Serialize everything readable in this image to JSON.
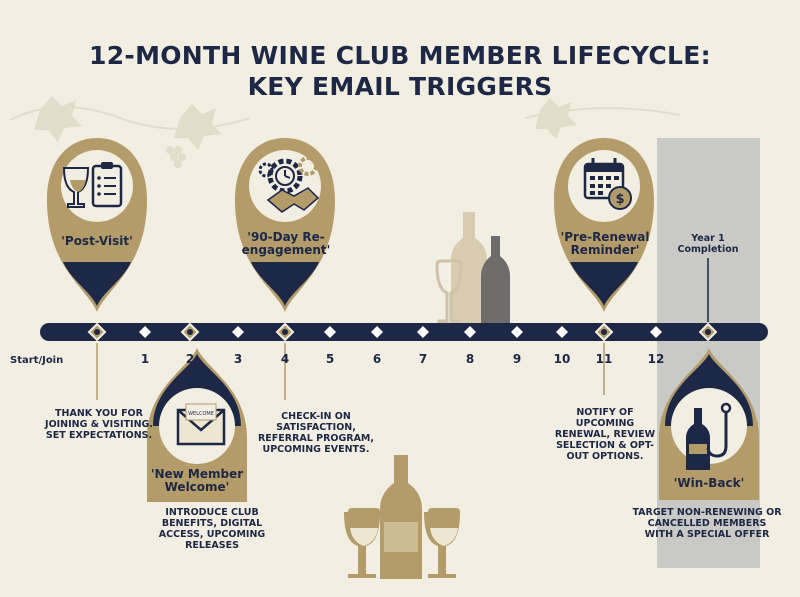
{
  "title": {
    "line1": "12-MONTH WINE CLUB MEMBER LIFECYCLE:",
    "line2": "KEY EMAIL TRIGGERS"
  },
  "timeline": {
    "start_label": "Start/Join",
    "months": [
      "1",
      "2",
      "3",
      "4",
      "5",
      "6",
      "7",
      "8",
      "9",
      "10",
      "11",
      "12"
    ],
    "year_end_label": "Year 1\nCompletion"
  },
  "triggers": {
    "post_visit": {
      "label": "'Post-Visit'",
      "note": "THANK YOU FOR JOINING & VISITING. SET EXPECTATIONS."
    },
    "new_member": {
      "label": "'New Member Welcome'",
      "note": "INTRODUCE CLUB BENEFITS, DIGITAL ACCESS, UPCOMING RELEASES",
      "envelope_text": "WELCOME"
    },
    "reengagement": {
      "label": "'90-Day Re-engagement'",
      "note": "CHECK-IN ON SATISFACTION, REFERRAL PROGRAM, UPCOMING EVENTS."
    },
    "pre_renewal": {
      "label": "'Pre-Renewal Reminder'",
      "note": "NOTIFY OF UPCOMING RENEWAL, REVIEW SELECTION & OPT-OUT OPTIONS."
    },
    "win_back": {
      "label": "'Win-Back'",
      "note": "TARGET NON-RENEWING OR CANCELLED MEMBERS WITH A SPECIAL OFFER"
    }
  },
  "colors": {
    "navy": "#1d2746",
    "gold": "#b39b6a",
    "cream": "#f2eee2",
    "highlight": "#c9c9c6"
  }
}
